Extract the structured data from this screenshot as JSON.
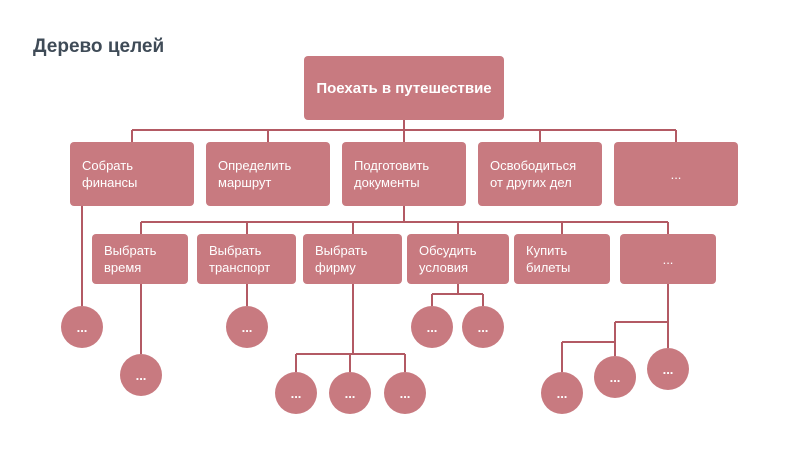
{
  "title": "Дерево целей",
  "colors": {
    "node": "#c87a80",
    "line": "#b35a64",
    "title": "#3f4b57",
    "text": "#ffffff"
  },
  "root": {
    "label": "Поехать в путешествие"
  },
  "level1": [
    {
      "label": "Собрать\nфинансы"
    },
    {
      "label": "Определить\nмаршрут"
    },
    {
      "label": "Подготовить\nдокументы"
    },
    {
      "label": "Освободиться\nот других дел"
    },
    {
      "label": "..."
    }
  ],
  "level2": [
    {
      "label": "Выбрать\nвремя"
    },
    {
      "label": "Выбрать\nтранспорт"
    },
    {
      "label": "Выбрать\nфирму"
    },
    {
      "label": "Обсудить\nусловия"
    },
    {
      "label": "Купить\nбилеты"
    },
    {
      "label": "..."
    }
  ],
  "leaves": [
    {
      "label": "..."
    },
    {
      "label": "..."
    },
    {
      "label": "..."
    },
    {
      "label": "..."
    },
    {
      "label": "..."
    },
    {
      "label": "..."
    },
    {
      "label": "..."
    },
    {
      "label": "..."
    },
    {
      "label": "..."
    },
    {
      "label": "..."
    },
    {
      "label": "..."
    }
  ]
}
